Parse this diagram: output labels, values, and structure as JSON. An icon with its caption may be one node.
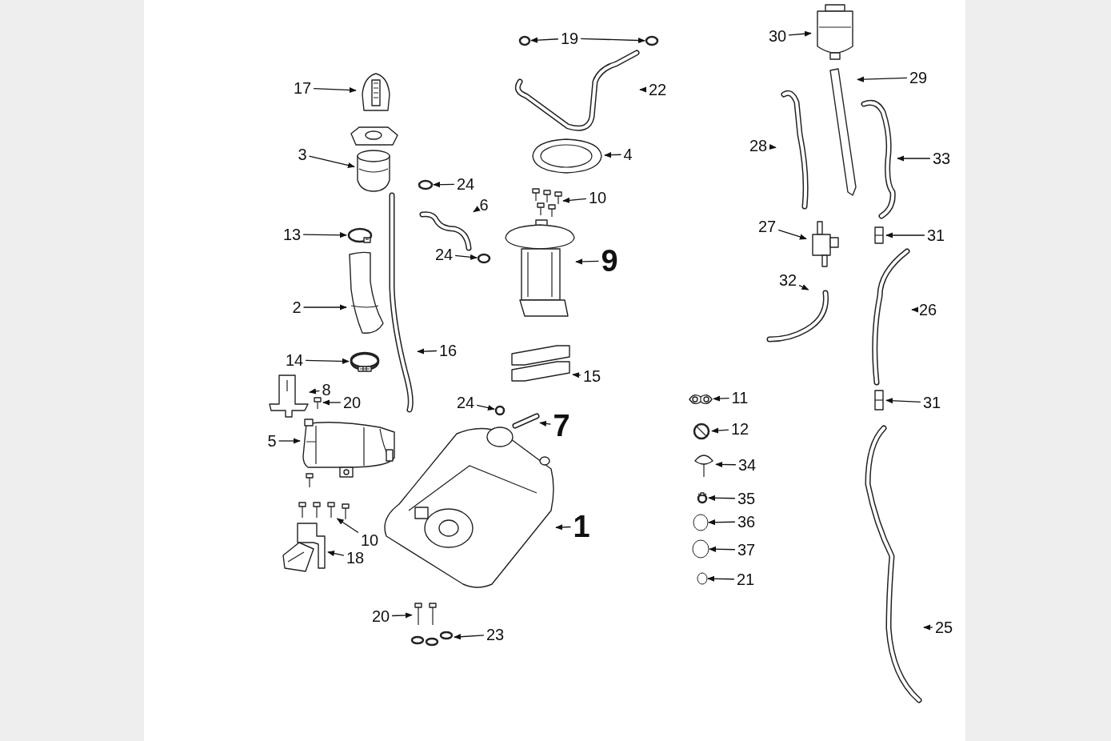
{
  "diagram": {
    "nodes": [
      {
        "text": [
          "17"
        ]
      },
      {
        "text": [],
        "shape": "picture"
      },
      {
        "text": [
          "3"
        ]
      },
      {
        "text": [],
        "shape": "picture"
      },
      {
        "text": [
          "13"
        ]
      },
      {
        "text": [],
        "shape": "picture"
      },
      {
        "text": [
          "2"
        ]
      },
      {
        "text": [],
        "shape": "picture"
      },
      {
        "text": [
          "14"
        ]
      },
      {
        "text": [],
        "shape": "picture"
      },
      {
        "text": [
          "8"
        ]
      },
      {
        "text": [],
        "shape": "picture"
      },
      {
        "text": [
          "20"
        ]
      },
      {
        "text": [],
        "shape": "picture"
      },
      {
        "text": [
          "5"
        ]
      },
      {
        "text": [],
        "shape": "picture"
      },
      {
        "text": [
          "10"
        ]
      },
      {
        "text": [],
        "shape": "picture"
      },
      {
        "text": [
          "18"
        ]
      },
      {
        "text": [],
        "shape": "picture"
      },
      {
        "text": [
          "20"
        ]
      },
      {
        "text": [],
        "shape": "picture"
      },
      {
        "text": [
          "23"
        ]
      },
      {
        "text": [],
        "shape": "picture"
      },
      {
        "text": [
          "24"
        ]
      },
      {
        "text": [],
        "shape": "picture"
      },
      {
        "text": [
          "7"
        ]
      },
      {
        "text": [],
        "shape": "picture"
      },
      {
        "text": [
          "1"
        ]
      },
      {
        "text": [],
        "shape": "picture"
      },
      {
        "text": [
          "16"
        ]
      },
      {
        "text": [],
        "shape": "picture"
      },
      {
        "text": [
          "24"
        ]
      },
      {
        "text": [],
        "shape": "picture"
      },
      {
        "text": [
          "6"
        ]
      },
      {
        "text": [],
        "shape": "picture"
      },
      {
        "text": [
          "24"
        ]
      },
      {
        "text": [],
        "shape": "picture"
      },
      {
        "text": [
          "19"
        ]
      },
      {
        "text": [],
        "shape": "picture"
      },
      {
        "text": [],
        "shape": "picture"
      },
      {
        "text": [
          "22"
        ]
      },
      {
        "text": [],
        "shape": "picture"
      },
      {
        "text": [
          "4"
        ]
      },
      {
        "text": [],
        "shape": "picture"
      },
      {
        "text": [
          "10"
        ]
      },
      {
        "text": [],
        "shape": "picture"
      },
      {
        "text": [
          "9"
        ]
      },
      {
        "text": [],
        "shape": "picture"
      },
      {
        "text": [
          "15"
        ]
      },
      {
        "text": [],
        "shape": "picture"
      },
      {
        "text": [
          "11"
        ]
      },
      {
        "text": [],
        "shape": "picture"
      },
      {
        "text": [
          "12"
        ]
      },
      {
        "text": [],
        "shape": "picture"
      },
      {
        "text": [
          "34"
        ]
      },
      {
        "text": [],
        "shape": "picture"
      },
      {
        "text": [
          "35"
        ]
      },
      {
        "text": [],
        "shape": "picture"
      },
      {
        "text": [
          "36"
        ]
      },
      {
        "text": [],
        "shape": "circle"
      },
      {
        "text": [
          "37"
        ]
      },
      {
        "text": [],
        "shape": "circle"
      },
      {
        "text": [
          "21"
        ]
      },
      {
        "text": [],
        "shape": "circle"
      },
      {
        "text": [
          "30"
        ]
      },
      {
        "text": [],
        "shape": "picture"
      },
      {
        "text": [
          "29"
        ]
      },
      {
        "text": [],
        "shape": "picture"
      },
      {
        "text": [
          "28"
        ]
      },
      {
        "text": [],
        "shape": "picture"
      },
      {
        "text": [
          "33"
        ]
      },
      {
        "text": [],
        "shape": "picture"
      },
      {
        "text": [
          "27"
        ]
      },
      {
        "text": [],
        "shape": "picture"
      },
      {
        "text": [
          "31"
        ]
      },
      {
        "text": [],
        "shape": "picture"
      },
      {
        "text": [
          "32"
        ]
      },
      {
        "text": [],
        "shape": "picture"
      },
      {
        "text": [
          "26"
        ]
      },
      {
        "text": [],
        "shape": "picture"
      },
      {
        "text": [
          "31"
        ]
      },
      {
        "text": [],
        "shape": "picture"
      },
      {
        "text": [
          "25"
        ]
      },
      {
        "text": [],
        "shape": "picture"
      }
    ],
    "edges": [
      {
        "from": 0,
        "to": 1,
        "arrow": "to"
      },
      {
        "from": 2,
        "to": 3,
        "arrow": "to"
      },
      {
        "from": 4,
        "to": 5,
        "arrow": "to"
      },
      {
        "from": 6,
        "to": 7,
        "arrow": "to"
      },
      {
        "from": 8,
        "to": 9,
        "arrow": "to"
      },
      {
        "from": 10,
        "to": 11,
        "arrow": "to"
      },
      {
        "from": 12,
        "to": 13,
        "arrow": "to"
      },
      {
        "from": 14,
        "to": 15,
        "arrow": "to"
      },
      {
        "from": 16,
        "to": 17,
        "arrow": "to"
      },
      {
        "from": 18,
        "to": 19,
        "arrow": "to"
      },
      {
        "from": 20,
        "to": 21,
        "arrow": "to"
      },
      {
        "from": 22,
        "to": 23,
        "arrow": "to"
      },
      {
        "from": 24,
        "to": 25,
        "arrow": "to"
      },
      {
        "from": 26,
        "to": 27,
        "arrow": "to"
      },
      {
        "from": 28,
        "to": 29,
        "arrow": "to"
      },
      {
        "from": 30,
        "to": 31,
        "arrow": "to"
      },
      {
        "from": 32,
        "to": 33,
        "arrow": "to"
      },
      {
        "from": 34,
        "to": 35,
        "arrow": "to"
      },
      {
        "from": 36,
        "to": 37,
        "arrow": "to"
      },
      {
        "from": 38,
        "to": 39,
        "arrow": "to"
      },
      {
        "from": 38,
        "to": 40,
        "arrow": "to"
      },
      {
        "from": 41,
        "to": 42,
        "arrow": "to"
      },
      {
        "from": 43,
        "to": 44,
        "arrow": "to"
      },
      {
        "from": 45,
        "to": 46,
        "arrow": "to"
      },
      {
        "from": 47,
        "to": 48,
        "arrow": "to"
      },
      {
        "from": 49,
        "to": 50,
        "arrow": "to"
      },
      {
        "from": 51,
        "to": 52,
        "arrow": "to"
      },
      {
        "from": 53,
        "to": 54,
        "arrow": "to"
      },
      {
        "from": 55,
        "to": 56,
        "arrow": "to"
      },
      {
        "from": 57,
        "to": 58,
        "arrow": "to"
      },
      {
        "from": 59,
        "to": 60,
        "arrow": "to"
      },
      {
        "from": 61,
        "to": 62,
        "arrow": "to"
      },
      {
        "from": 63,
        "to": 64,
        "arrow": "to"
      },
      {
        "from": 65,
        "to": 66,
        "arrow": "to"
      },
      {
        "from": 67,
        "to": 68,
        "arrow": "to"
      },
      {
        "from": 69,
        "to": 70,
        "arrow": "to"
      },
      {
        "from": 71,
        "to": 72,
        "arrow": "to"
      },
      {
        "from": 73,
        "to": 74,
        "arrow": "to"
      },
      {
        "from": 75,
        "to": 76,
        "arrow": "to"
      },
      {
        "from": 77,
        "to": 78,
        "arrow": "to"
      },
      {
        "from": 79,
        "to": 80,
        "arrow": "to"
      },
      {
        "from": 81,
        "to": 82,
        "arrow": "to"
      },
      {
        "from": 83,
        "to": 84,
        "arrow": "to"
      }
    ]
  }
}
